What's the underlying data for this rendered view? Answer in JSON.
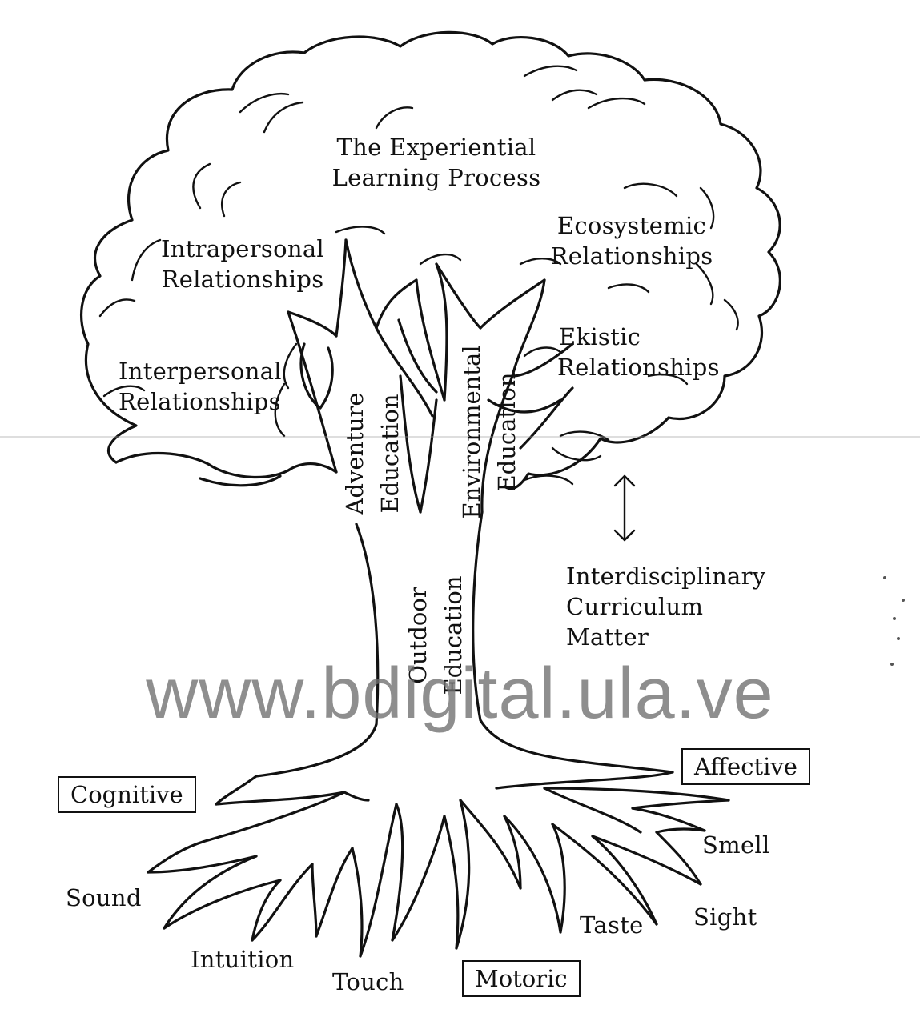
{
  "diagram": {
    "title_line1": "The Experiential",
    "title_line2": "Learning Process",
    "canopy": {
      "intrapersonal_line1": "Intrapersonal",
      "intrapersonal_line2": "Relationships",
      "interpersonal_line1": "Interpersonal",
      "interpersonal_line2": "Relationships",
      "ecosystemic_line1": "Ecosystemic",
      "ecosystemic_line2": "Relationships",
      "ekistic_line1": "Ekistic",
      "ekistic_line2": "Relationships"
    },
    "branches": {
      "adventure_line1": "Adventure",
      "adventure_line2": "Education",
      "environmental_line1": "Environmental",
      "environmental_line2": "Education"
    },
    "trunk": {
      "outdoor_line1": "Outdoor",
      "outdoor_line2": "Education"
    },
    "side_note": {
      "line1": "Interdisciplinary",
      "line2": "Curriculum",
      "line3": "Matter"
    },
    "domains": {
      "cognitive": "Cognitive",
      "affective": "Affective",
      "motoric": "Motoric"
    },
    "senses": {
      "sound": "Sound",
      "intuition": "Intuition",
      "touch": "Touch",
      "taste": "Taste",
      "sight": "Sight",
      "smell": "Smell"
    }
  },
  "watermark": "www.bdigital.ula.ve",
  "colors": {
    "ink": "#111111",
    "background": "#ffffff",
    "watermark": "#6e6e6e"
  }
}
